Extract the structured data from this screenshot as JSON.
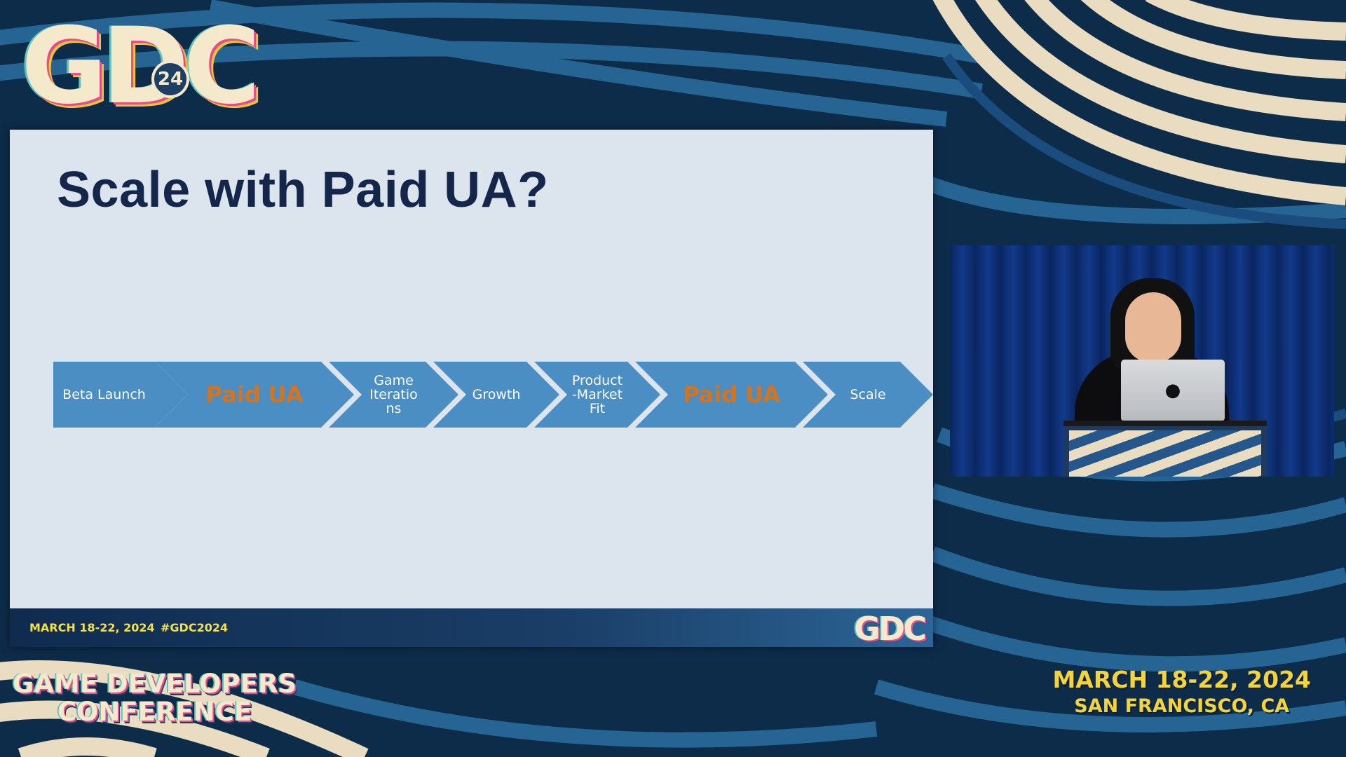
{
  "branding": {
    "logo_text": "GDC",
    "logo_badge": "24",
    "conference_line1": "GAME DEVELOPERS",
    "conference_line2": "CONFERENCE",
    "event_dates": "MARCH 18-22, 2024",
    "event_location": "SAN FRANCISCO, CA"
  },
  "slide": {
    "title": "Scale with Paid UA?",
    "steps": [
      {
        "label": "Beta Launch",
        "highlight": false
      },
      {
        "label": "Paid UA",
        "highlight": true
      },
      {
        "label": "Game\nIteratio\nns",
        "highlight": false
      },
      {
        "label": "Growth",
        "highlight": false
      },
      {
        "label": "Product\n-Market\nFit",
        "highlight": false
      },
      {
        "label": "Paid UA",
        "highlight": true
      },
      {
        "label": "Scale",
        "highlight": false
      }
    ],
    "footer": {
      "dates": "MARCH 18-22, 2024",
      "hashtag": "#GDC2024",
      "logo_text": "GDC"
    }
  },
  "colors": {
    "slide_background": "#dce5ee",
    "title_text": "#14264a",
    "chevron_fill": "#4a8ec4",
    "highlight_text": "#d7731a",
    "brand_yellow": "#f4d437",
    "background_navy": "#0d2c4a",
    "background_cream": "#e9dcc0"
  },
  "video": {
    "icon": "apple-logo-icon"
  }
}
